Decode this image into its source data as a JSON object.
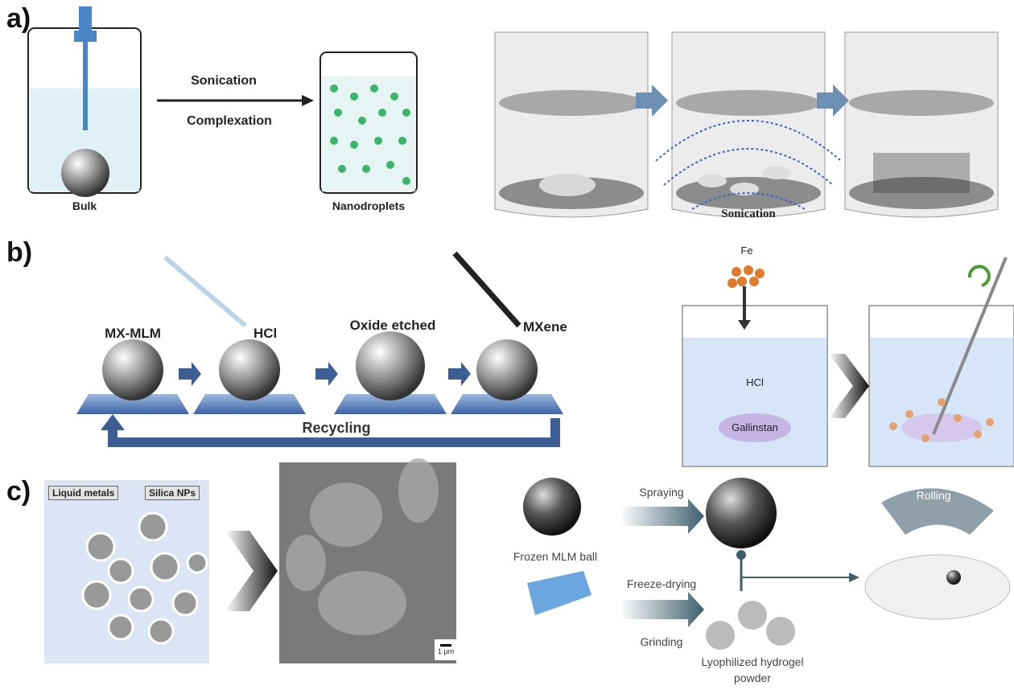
{
  "panels": {
    "a": "a)",
    "b": "b)",
    "c": "c)"
  },
  "a": {
    "arrow_top": "Sonication",
    "arrow_bottom": "Complexation",
    "bulk": "Bulk",
    "nanodroplets": "Nanodroplets",
    "beaker_sonication": "Sonication"
  },
  "b": {
    "hcl": "HCl",
    "mx_mlm": "MX-MLM",
    "oxide_etched": "Oxide etched",
    "mxene": "MXene",
    "recycling": "Recycling",
    "fe": "Fe",
    "beaker_hcl": "HCl",
    "gallinstan": "Gallinstan"
  },
  "c": {
    "liquid_metals": "Liquid metals",
    "silica_nps": "Silica NPs",
    "scale_bar": "1 µm",
    "spraying": "Spraying",
    "frozen_ball": "Frozen MLM ball",
    "freeze_drying": "Freeze-drying",
    "grinding": "Grinding",
    "powder_line1": "Lyophilized hydrogel",
    "powder_line2": "powder",
    "rolling": "Rolling"
  }
}
